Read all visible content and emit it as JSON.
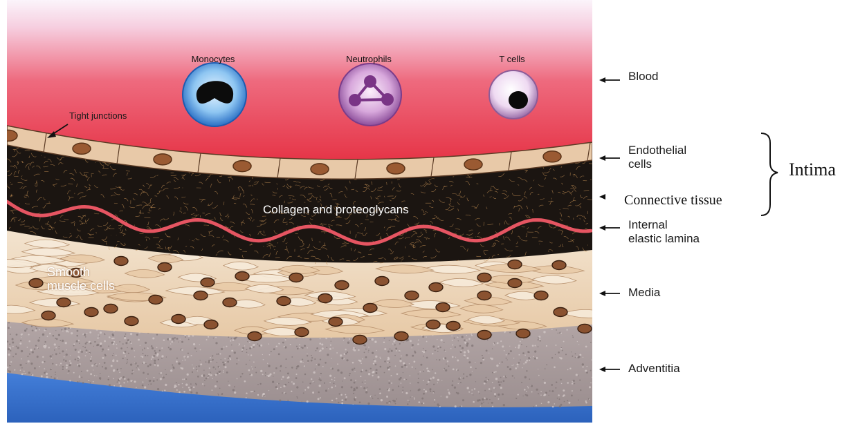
{
  "cells": {
    "monocytes": "Monocytes",
    "neutrophils": "Neutrophils",
    "t_cells": "T cells"
  },
  "annotations": {
    "tight_junctions": "Tight junctions",
    "collagen": "Collagen and proteoglycans",
    "smooth_muscle": "Smooth\nmuscle cells"
  },
  "layers": {
    "blood": "Blood",
    "endothelial": "Endothelial\ncells",
    "connective": "Connective tissue",
    "internal_elastic": "Internal\nelastic lamina",
    "media": "Media",
    "adventitia": "Adventitia"
  },
  "group_label": "Intima",
  "colors": {
    "blood_top": "#f6eef6",
    "blood_red": "#e8303c",
    "endothelium": "#e6c6a4",
    "nucleus": "#9a5a32",
    "connective": "#1a1410",
    "fibers": "#b98850",
    "elastic_lamina": "#e0505a",
    "media": "#efdcc4",
    "adventitia": "#a89a98",
    "lumen_blue": "#3a7ad8"
  }
}
